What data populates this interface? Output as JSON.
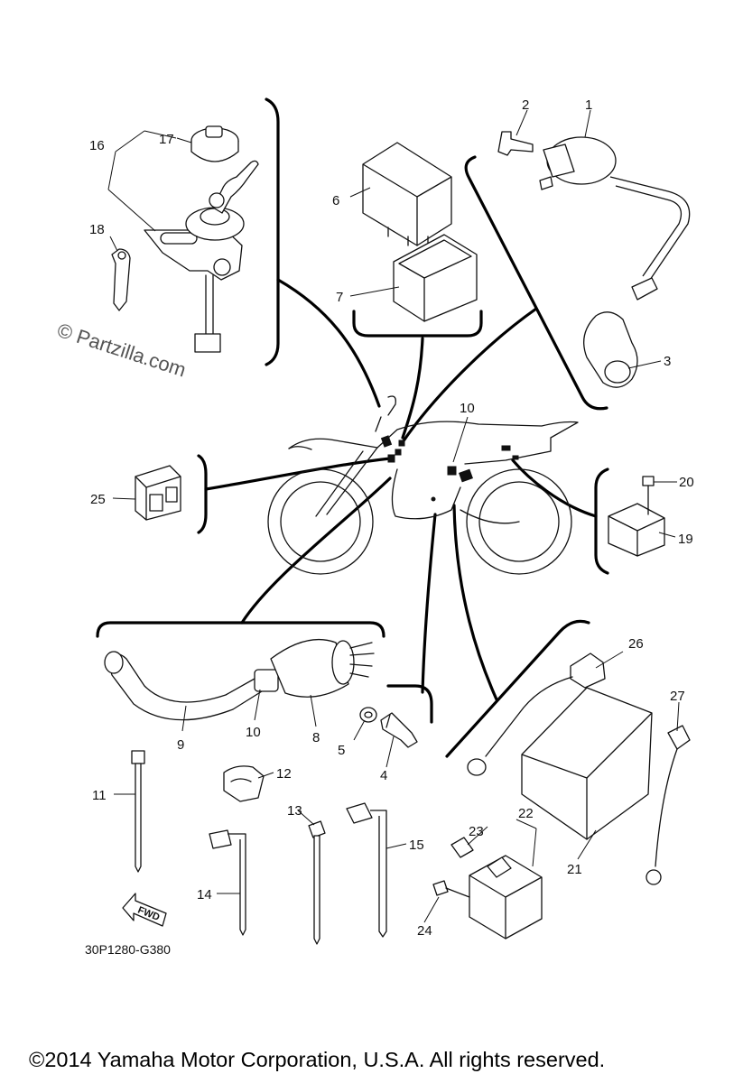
{
  "diagram": {
    "part_labels": [
      "1",
      "2",
      "3",
      "4",
      "5",
      "6",
      "7",
      "8",
      "9",
      "10",
      "10",
      "11",
      "12",
      "13",
      "14",
      "15",
      "16",
      "17",
      "18",
      "19",
      "20",
      "21",
      "22",
      "23",
      "24",
      "25",
      "26",
      "27"
    ],
    "drawing_code": "30P1280-G380",
    "fwd_label": "FWD",
    "watermark": "© Partzilla.com",
    "copyright": "©2014 Yamaha Motor Corporation, U.S.A. All rights reserved."
  }
}
